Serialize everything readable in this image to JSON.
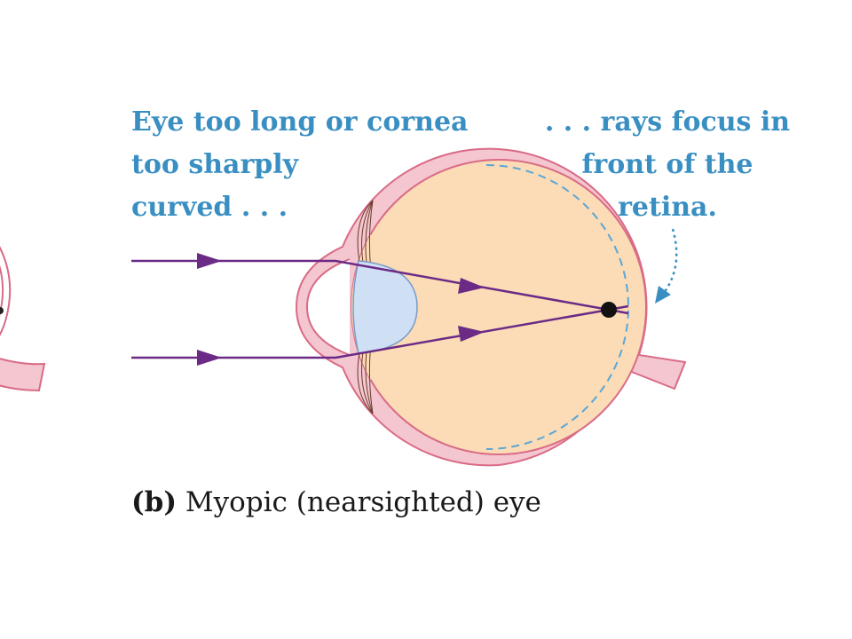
{
  "annotations": {
    "cause_lines": [
      "Eye too long or cornea",
      "too sharply",
      "curved . . ."
    ],
    "effect_lines": [
      ". . . rays focus in",
      "front of the",
      "retina."
    ]
  },
  "caption": {
    "tag": "(b)",
    "text": "Myopic (nearsighted) eye"
  },
  "colors": {
    "annotation_text": "#3a8fc2",
    "eye_wall": "#f4c6cf",
    "eye_wall_outline": "#d96b86",
    "vitreous": "#fbdcb6",
    "lens": "#cfe0f4",
    "lens_outline": "#7a9cc8",
    "retina_dashed": "#5aa6d6",
    "light_ray": "#6b2a86",
    "focal_point": "#111111",
    "pointer_arrow": "#3a8fc2"
  },
  "icons": [
    "light-ray-arrow",
    "focal-point-dot",
    "dotted-pointer-arrow"
  ]
}
